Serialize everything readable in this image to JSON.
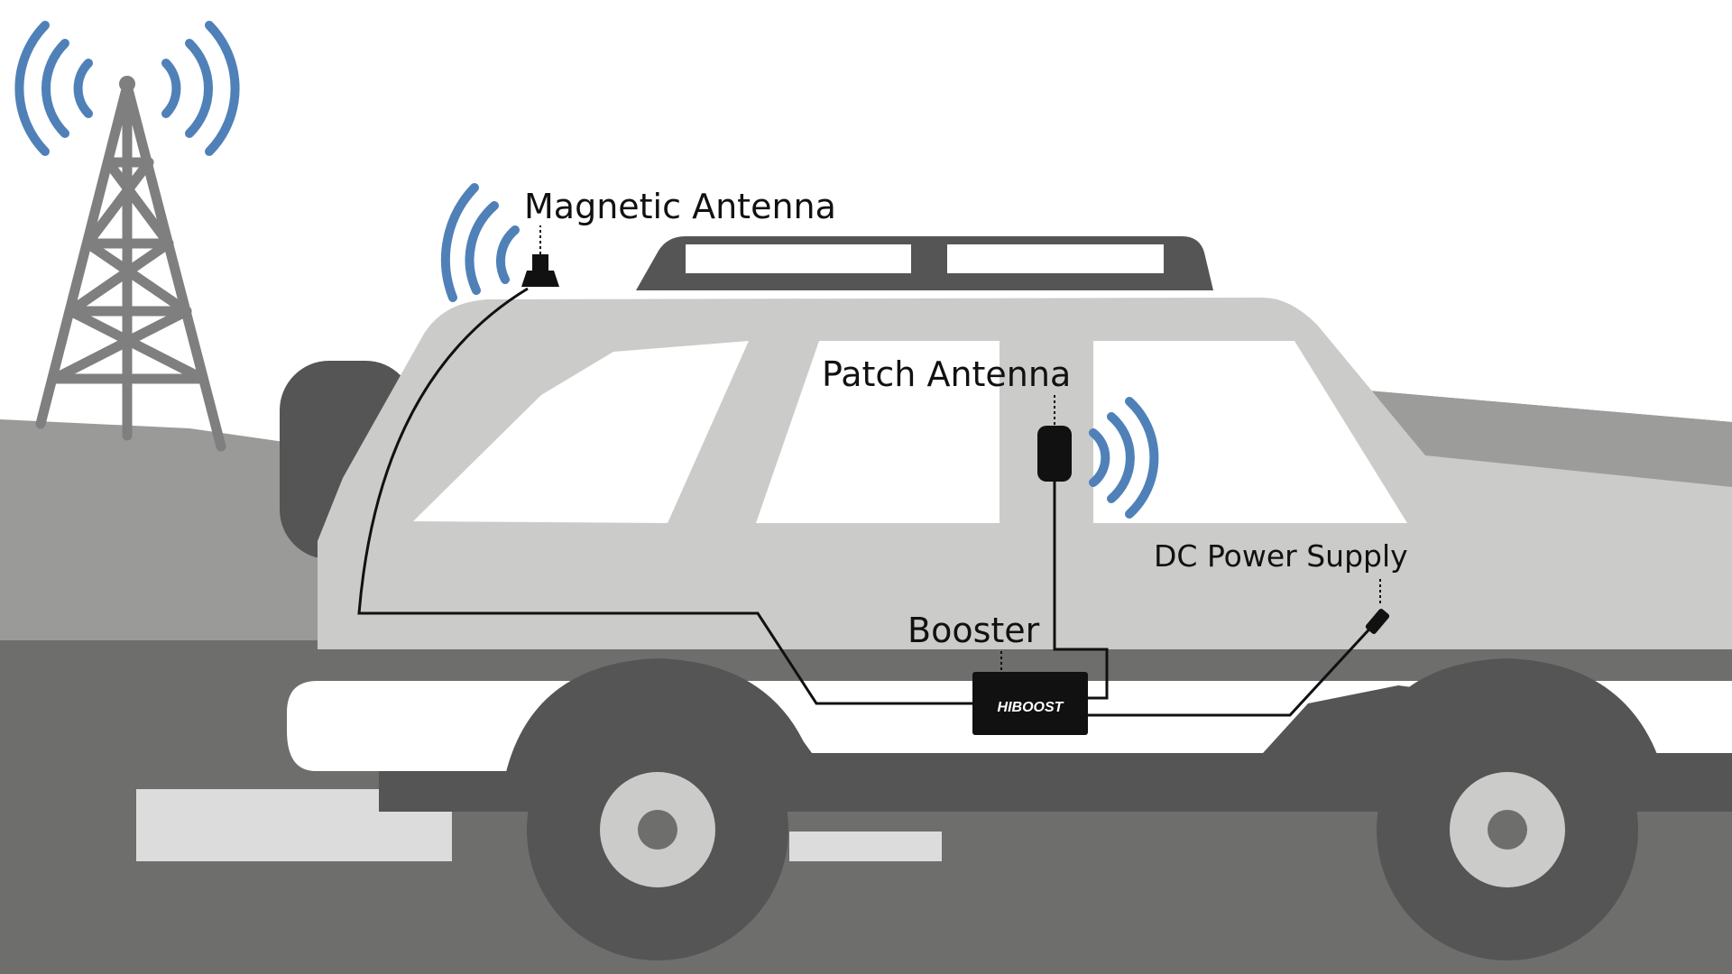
{
  "labels": {
    "magnetic_antenna": "Magnetic Antenna",
    "patch_antenna": "Patch Antenna",
    "booster": "Booster",
    "dc_power_supply": "DC Power Supply"
  },
  "booster_brand": "HIBOOST",
  "colors": {
    "signal_waves": "#4f81b8",
    "tower": "#7f7f7f",
    "vehicle_body": "#cbcbc9",
    "vehicle_dark": "#555555",
    "hill_light": "#9a9a98",
    "hill_dark": "#7a7a78",
    "road": "#6e6e6c",
    "road_marking": "#dcdcdc",
    "window": "#ffffff",
    "cable": "#111111"
  },
  "icons": {
    "tower": "cell-tower-icon",
    "magnetic_antenna": "magnetic-antenna-icon",
    "patch_antenna": "patch-antenna-icon",
    "booster": "booster-unit-icon",
    "power_plug": "dc-plug-icon"
  }
}
